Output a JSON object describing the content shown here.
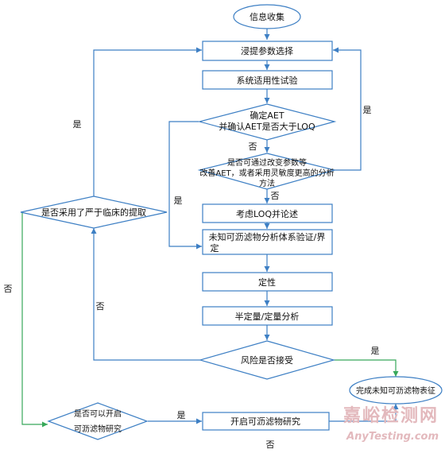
{
  "nodes": {
    "start": "信息收集",
    "extraction_params": "浸提参数选择",
    "suitability": "系统适用性试验",
    "aet_check": [
      "确定AET",
      "并确认AET是否大于LOQ"
    ],
    "improve_method": [
      "是否可通过改变参数等",
      "改善AET，或者采用灵敏度更高的分析",
      "方法"
    ],
    "consider_loq": "考虑LOQ并论述",
    "unknown_validation": [
      "未知可沥滤物分析体系验证/界",
      "定"
    ],
    "qualitative": "定性",
    "quantitative": "半定量/定量分析",
    "risk": "风险是否接受",
    "extreme_extraction": "是否采用了严于临床的提取",
    "leachable_start": [
      "是否可以开启",
      "可沥滤物研究"
    ],
    "leachable_study": "开启可沥滤物研究",
    "complete": "完成未知可沥滤物表征"
  },
  "edge_labels": {
    "improve_yes": "是",
    "aet_no": "否",
    "improve_no": "否",
    "aet_yes": "是",
    "extreme_yes": "是",
    "extreme_no": "否",
    "risk_no": "否",
    "risk_yes": "是",
    "leachable_yes": "是",
    "leachable_no": "否"
  },
  "watermark": {
    "cn": "嘉峪检测网",
    "en": "AnyTesting.com"
  }
}
